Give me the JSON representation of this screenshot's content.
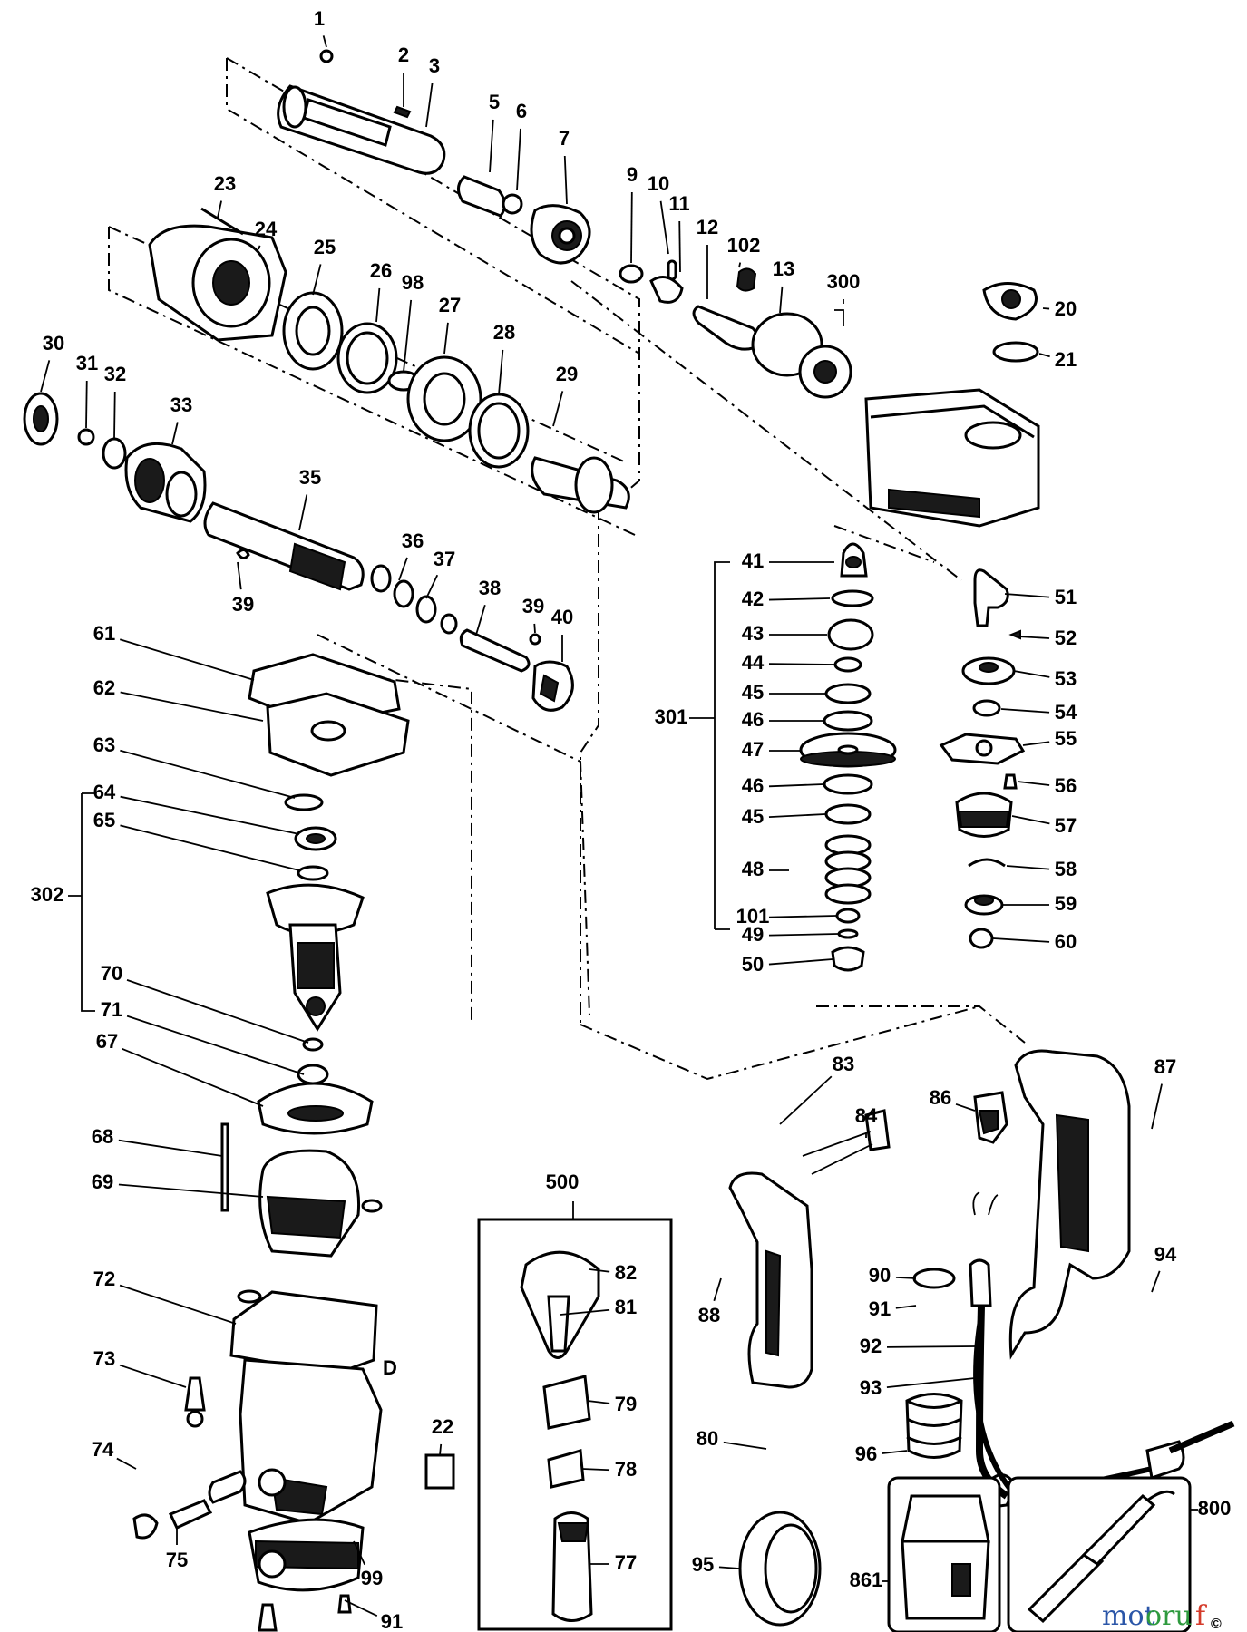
{
  "labels": [
    {
      "text": "1"
    },
    {
      "text": "2"
    },
    {
      "text": "3"
    },
    {
      "text": "5"
    },
    {
      "text": "6"
    },
    {
      "text": "7"
    },
    {
      "text": "9"
    },
    {
      "text": "10"
    },
    {
      "text": "11"
    },
    {
      "text": "12"
    },
    {
      "text": "102"
    },
    {
      "text": "13"
    },
    {
      "text": "300"
    },
    {
      "text": "20"
    },
    {
      "text": "21"
    },
    {
      "text": "23"
    },
    {
      "text": "24"
    },
    {
      "text": "25"
    },
    {
      "text": "26"
    },
    {
      "text": "98"
    },
    {
      "text": "27"
    },
    {
      "text": "28"
    },
    {
      "text": "29"
    },
    {
      "text": "30"
    },
    {
      "text": "31"
    },
    {
      "text": "32"
    },
    {
      "text": "33"
    },
    {
      "text": "35"
    },
    {
      "text": "36"
    },
    {
      "text": "37"
    },
    {
      "text": "38"
    },
    {
      "text": "39"
    },
    {
      "text": "40"
    },
    {
      "text": "39"
    },
    {
      "text": "41"
    },
    {
      "text": "42"
    },
    {
      "text": "43"
    },
    {
      "text": "44"
    },
    {
      "text": "45"
    },
    {
      "text": "46"
    },
    {
      "text": "47"
    },
    {
      "text": "46"
    },
    {
      "text": "45"
    },
    {
      "text": "48"
    },
    {
      "text": "101"
    },
    {
      "text": "49"
    },
    {
      "text": "50"
    },
    {
      "text": "301"
    },
    {
      "text": "51"
    },
    {
      "text": "52"
    },
    {
      "text": "53"
    },
    {
      "text": "54"
    },
    {
      "text": "55"
    },
    {
      "text": "56"
    },
    {
      "text": "57"
    },
    {
      "text": "58"
    },
    {
      "text": "59"
    },
    {
      "text": "60"
    },
    {
      "text": "61"
    },
    {
      "text": "62"
    },
    {
      "text": "63"
    },
    {
      "text": "64"
    },
    {
      "text": "65"
    },
    {
      "text": "302"
    },
    {
      "text": "70"
    },
    {
      "text": "71"
    },
    {
      "text": "67"
    },
    {
      "text": "68"
    },
    {
      "text": "69"
    },
    {
      "text": "72"
    },
    {
      "text": "73"
    },
    {
      "text": "D"
    },
    {
      "text": "22"
    },
    {
      "text": "74"
    },
    {
      "text": "75"
    },
    {
      "text": "99"
    },
    {
      "text": "91"
    },
    {
      "text": "500"
    },
    {
      "text": "82"
    },
    {
      "text": "81"
    },
    {
      "text": "79"
    },
    {
      "text": "78"
    },
    {
      "text": "77"
    },
    {
      "text": "80"
    },
    {
      "text": "83"
    },
    {
      "text": "84"
    },
    {
      "text": "86"
    },
    {
      "text": "87"
    },
    {
      "text": "88"
    },
    {
      "text": "90"
    },
    {
      "text": "91"
    },
    {
      "text": "94"
    },
    {
      "text": "92"
    },
    {
      "text": "93"
    },
    {
      "text": "96"
    },
    {
      "text": "95"
    },
    {
      "text": "861"
    },
    {
      "text": "800"
    }
  ],
  "watermark": {
    "part1": "mot",
    "part2": "oru",
    "part3": "f",
    "suffix": "©"
  }
}
